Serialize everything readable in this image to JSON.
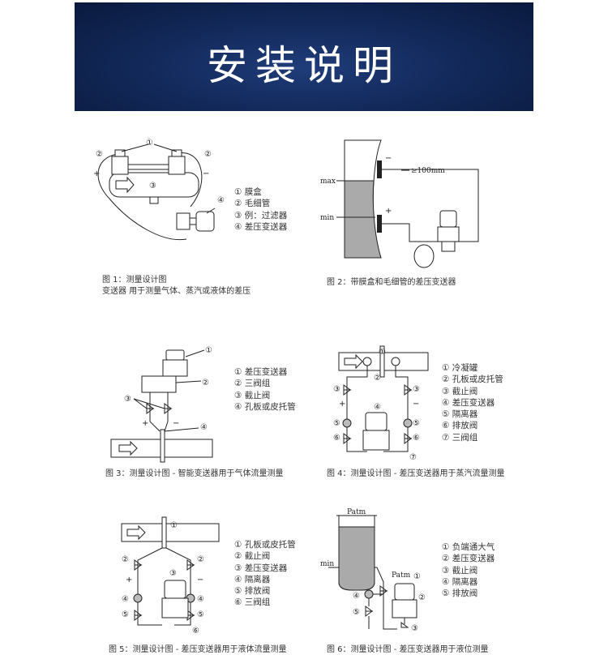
{
  "header": {
    "title": "安装说明"
  },
  "figures": [
    {
      "legend": [
        "① 膜盒",
        "② 毛细管",
        "③ 例：过滤器",
        "④ 差压变送器"
      ],
      "caption": [
        "图 1：测量设计图",
        "变送器 用于测量气体、蒸汽或液体的差压"
      ],
      "markers": [
        "①",
        "②",
        "②",
        "③",
        "④",
        "+",
        "−"
      ]
    },
    {
      "legend": [],
      "caption": [
        "图 2：带膜盒和毛细管的差压变送器"
      ],
      "markers": [
        "max",
        "min",
        "≥100mm",
        "−",
        "+"
      ]
    },
    {
      "legend": [
        "① 差压变送器",
        "② 三阀组",
        "③ 截止阀",
        "④ 孔板或皮托管"
      ],
      "caption": [
        "图 3：测量设计图 - 智能变送器用于气体流量测量"
      ],
      "markers": [
        "①",
        "②",
        "③",
        "④",
        "+",
        "−"
      ]
    },
    {
      "legend": [
        "① 冷凝罐",
        "② 孔板或皮托管",
        "③ 截止阀",
        "④ 差压变送器",
        "⑤ 隔离器",
        "⑥ 排放阀",
        "⑦ 三阀组"
      ],
      "caption": [
        "图 4：测量设计图 - 差压变送器用于蒸汽流量测量"
      ],
      "markers": [
        "①",
        "②",
        "③",
        "③",
        "④",
        "⑤",
        "⑤",
        "⑥",
        "⑥",
        "⑦",
        "+",
        "−"
      ]
    },
    {
      "legend": [
        "① 孔板或皮托管",
        "② 截止阀",
        "③ 差压变送器",
        "④ 隔离器",
        "⑤ 排放阀",
        "⑥ 三阀组"
      ],
      "caption": [
        "图 5：测量设计图 - 差压变送器用于液体流量测量"
      ],
      "markers": [
        "①",
        "②",
        "②",
        "③",
        "④",
        "④",
        "⑤",
        "⑤",
        "⑥",
        "+",
        "−"
      ]
    },
    {
      "legend": [
        "① 负端通大气",
        "② 差压变送器",
        "③ 截止阀",
        "④ 隔离器",
        "⑤ 排放阀"
      ],
      "caption": [
        "图 6：测量设计图 - 差压变送器用于液位测量"
      ],
      "markers": [
        "Patm",
        "Patm",
        "min",
        "①",
        "②",
        "③",
        "④",
        "⑤"
      ]
    }
  ]
}
